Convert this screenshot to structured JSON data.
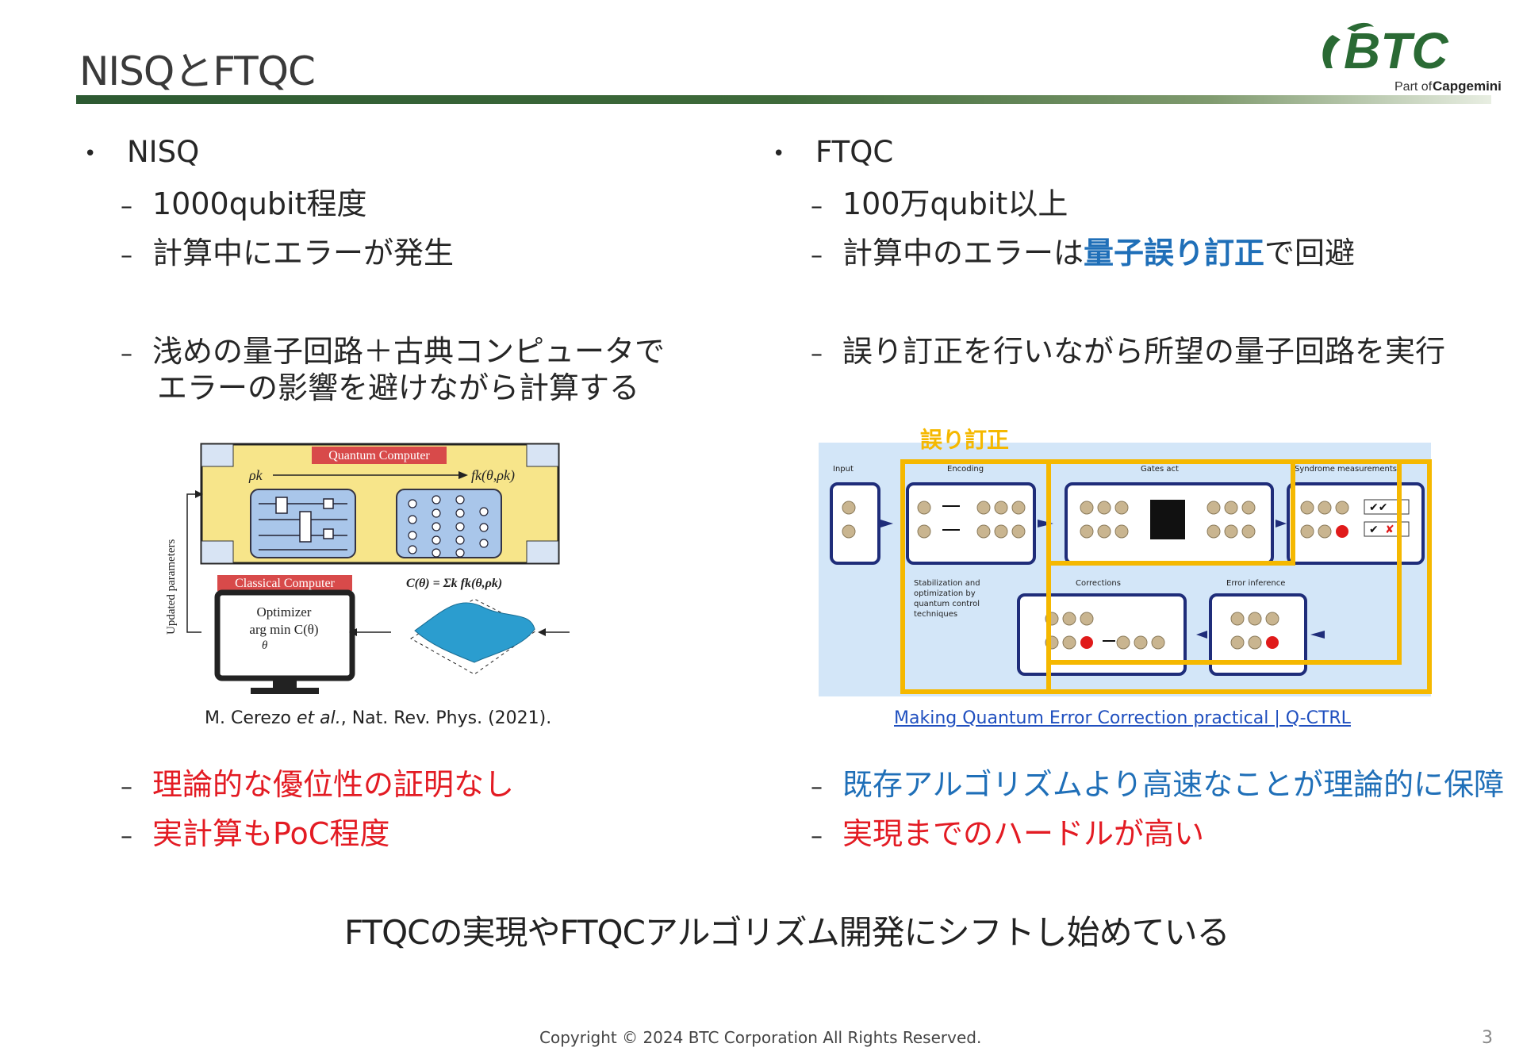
{
  "title": "NISQとFTQC",
  "logo": {
    "brand": "BTC",
    "tagline_prefix": "Part of",
    "tagline_company": "Capgemini"
  },
  "left": {
    "heading": "NISQ",
    "items": [
      "1000qubit程度",
      "計算中にエラーが発生",
      "浅めの量子回路＋古典コンピュータで",
      "エラーの影響を避けながら計算する"
    ],
    "figure": {
      "quantum_label": "Quantum Computer",
      "classical_label": "Classical Computer",
      "rho": "ρk",
      "f": "fk(θ,ρk)",
      "cost": "C(θ) = Σk fk(θ,ρk)",
      "optimizer": "Optimizer",
      "argmin": "arg min C(θ)",
      "theta": "θ",
      "side_label": "Updated parameters"
    },
    "caption_pre": "M. Cerezo ",
    "caption_em": "et al.",
    "caption_post": ", Nat. Rev. Phys. (2021).",
    "cons": [
      "理論的な優位性の証明なし",
      "実計算もPoC程度"
    ]
  },
  "right": {
    "heading": "FTQC",
    "item1": "100万qubit以上",
    "item2_pre": "計算中のエラーは",
    "item2_emph": "量子誤り訂正",
    "item2_post": "で回避",
    "item3": "誤り訂正を行いながら所望の量子回路を実行",
    "figure": {
      "qec_label": "誤り訂正",
      "input": "Input",
      "encoding": "Encoding",
      "gates": "Gates act",
      "syndrome": "Syndrome measurements",
      "corrections": "Corrections",
      "error_inference": "Error inference",
      "stab1": "Stabilization and",
      "stab2": "optimization by",
      "stab3": "quantum control",
      "stab4": "techniques"
    },
    "caption": "Making Quantum Error Correction practical | Q-CTRL",
    "pros": [
      "既存アルゴリズムより高速なことが理論的に保障",
      "実現までのハードルが高い"
    ]
  },
  "bottom_message": "FTQCの実現やFTQCアルゴリズム開発にシフトし始めている",
  "copyright": "Copyright © 2024 BTC Corporation All Rights Reserved.",
  "page_number": "3",
  "colors": {
    "accent_red": "#e31b23",
    "accent_blue": "#1f6fb8",
    "brand_green": "#2d6a3a",
    "qec_yellow": "#f5b800"
  }
}
